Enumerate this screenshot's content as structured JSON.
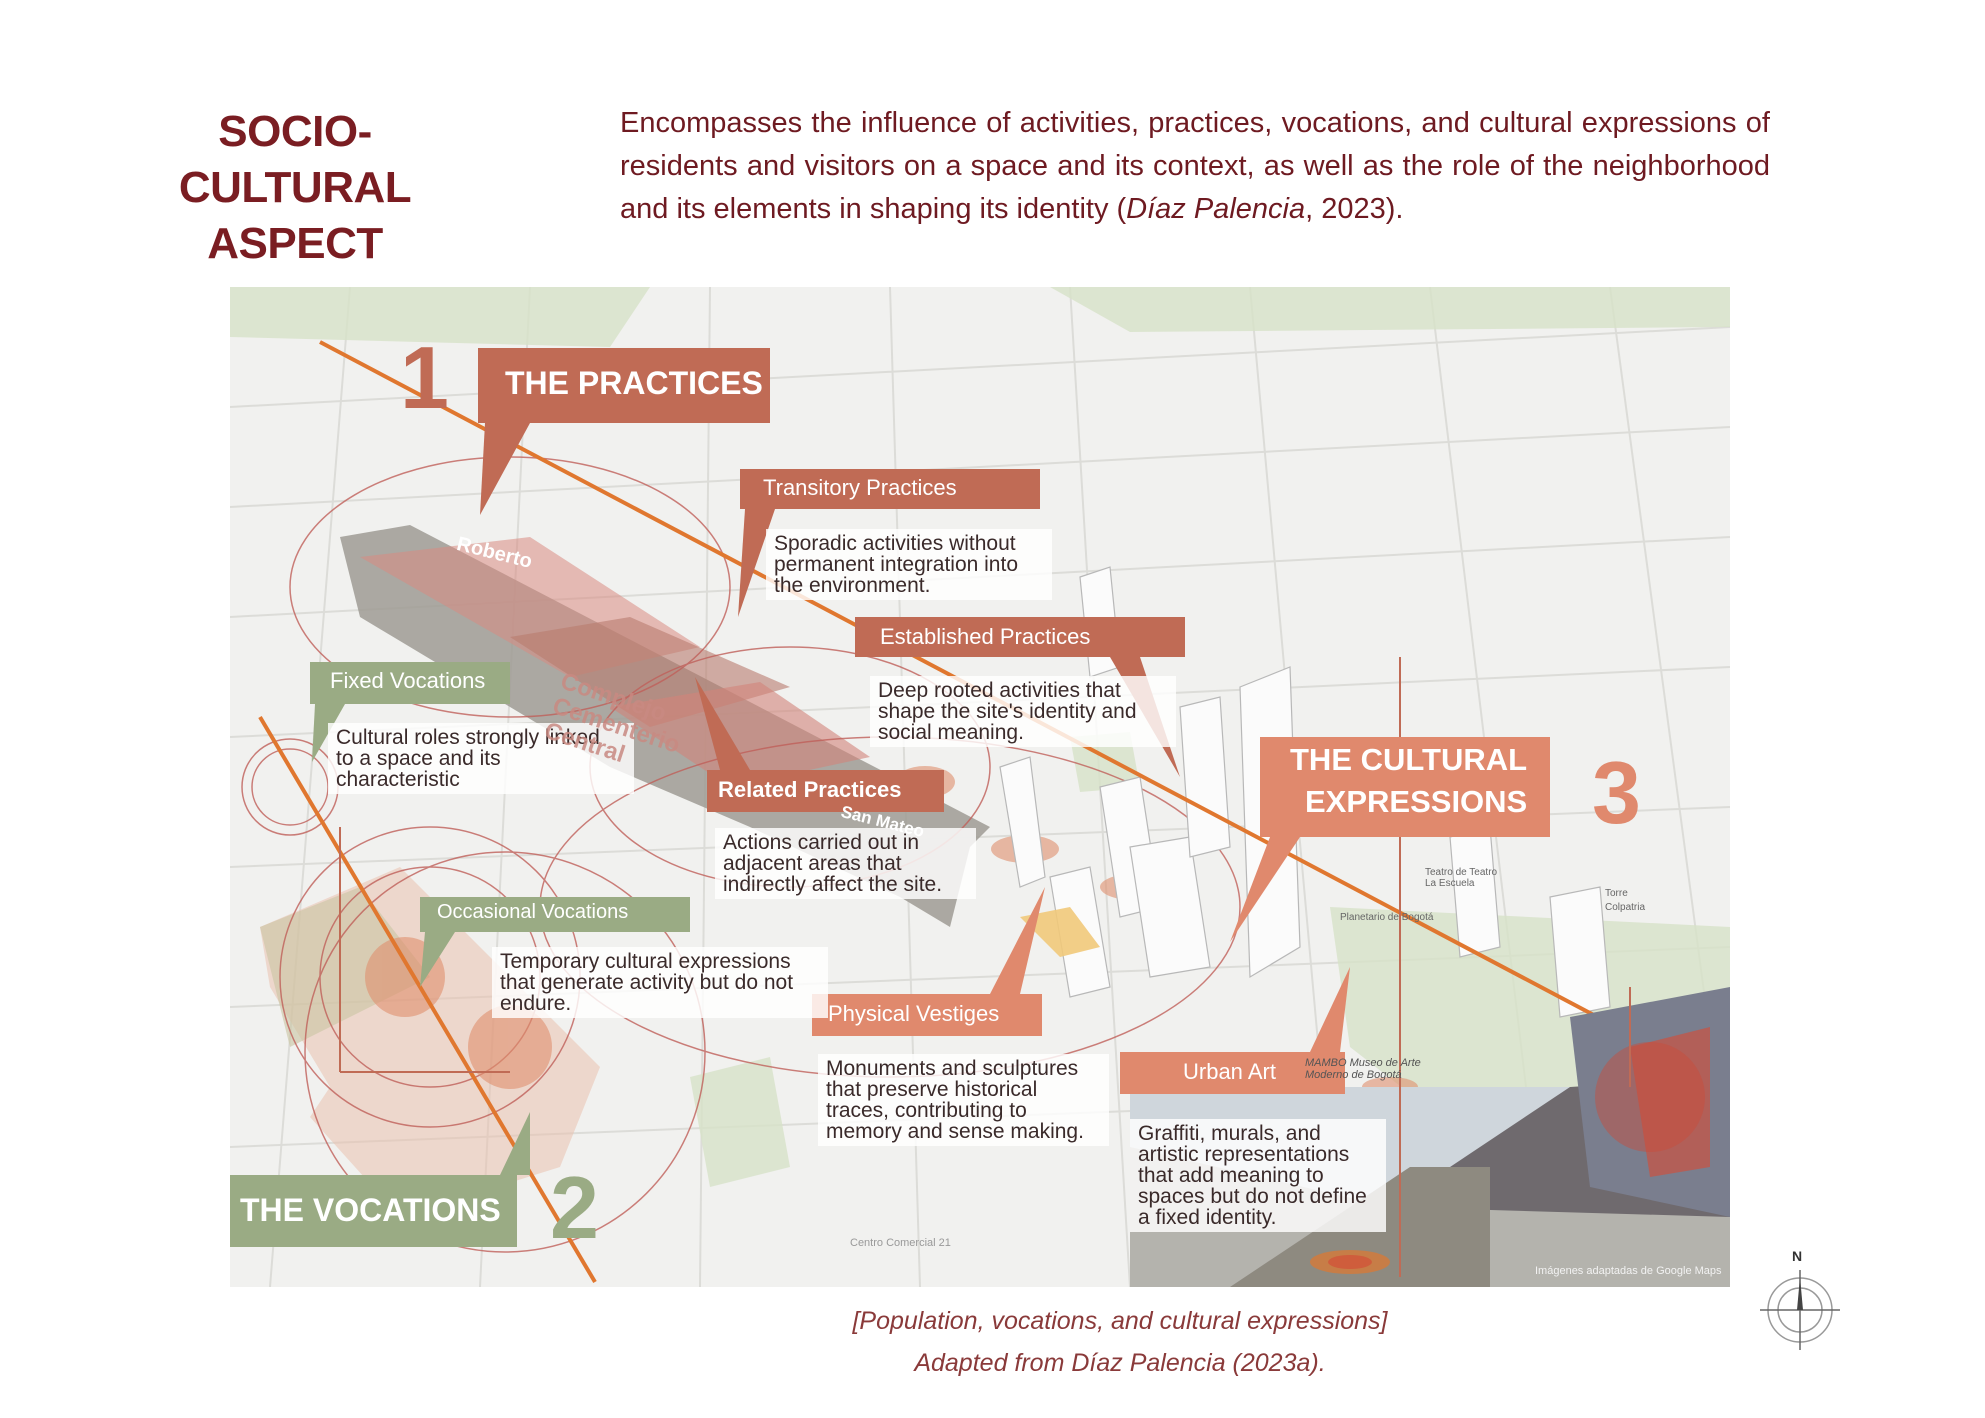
{
  "header": {
    "title_line1": "SOCIO-CULTURAL",
    "title_line2": "ASPECT",
    "intro_text": "Encompasses the influence of activities, practices, vocations, and cultural expressions of residents and visitors on a space and its context, as well as the role of the neighborhood and its elements in shaping its identity (",
    "intro_citation": "Díaz Palencia",
    "intro_tail": ", 2023)."
  },
  "colors": {
    "title": "#7a1d22",
    "practices": "#c06b55",
    "vocations": "#9aab84",
    "expressions": "#e0896d",
    "axis_line": "#e0772f"
  },
  "sections": {
    "practices": {
      "number": "1",
      "title": "THE PRACTICES"
    },
    "vocations": {
      "number": "2",
      "title": "THE VOCATIONS"
    },
    "expressions": {
      "number": "3",
      "title_line1": "THE CULTURAL",
      "title_line2": "EXPRESSIONS"
    }
  },
  "categories": {
    "transitory": {
      "label": "Transitory Practices",
      "desc": [
        "Sporadic activities without",
        "permanent integration into",
        "the environment."
      ]
    },
    "established": {
      "label": "Established Practices",
      "desc": [
        "Deep rooted activities that",
        "shape the site's identity and",
        "social meaning."
      ]
    },
    "related": {
      "label": "Related Practices",
      "desc": [
        "Actions carried out in",
        "adjacent areas that",
        "indirectly affect the site."
      ]
    },
    "fixed": {
      "label": "Fixed Vocations",
      "desc": [
        "Cultural roles strongly linked",
        "to a space and its",
        "characteristic"
      ]
    },
    "occasional": {
      "label": "Occasional Vocations",
      "desc": [
        "Temporary cultural expressions",
        "that generate activity but do not",
        "endure."
      ]
    },
    "vestiges": {
      "label": "Physical Vestiges",
      "desc": [
        "Monuments and sculptures",
        "that preserve historical",
        "traces, contributing to",
        "memory and sense making."
      ]
    },
    "urban_art": {
      "label": "Urban Art",
      "desc": [
        "Graffiti, murals, and",
        "artistic representations",
        "that add meaning to",
        "spaces but do not define",
        "a fixed identity."
      ]
    }
  },
  "map_labels": {
    "complejo": [
      "Complejo",
      "Cementerio",
      "Central"
    ],
    "roberto": "Roberto",
    "san_mateo": "San Mateo",
    "mambo": [
      "MAMBO Museo de Arte",
      "Moderno de Bogotá"
    ],
    "planetario": "Planetario de Bogotá",
    "teatro": [
      "Teatro de Teatro",
      "La Escuela"
    ],
    "torre": [
      "Torre",
      "Colpatria"
    ],
    "centro": "Centro Comercial 21",
    "credit": "Imágenes adaptadas de Google Maps"
  },
  "compass": {
    "label": "N"
  },
  "caption": {
    "line1": "[Population, vocations, and cultural expressions]",
    "line2": "Adapted from Díaz Palencia (2023a)."
  }
}
